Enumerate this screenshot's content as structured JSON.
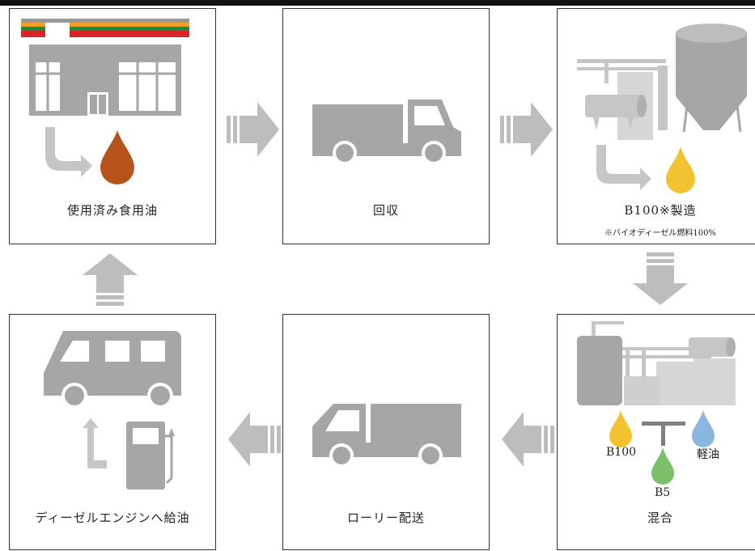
{
  "steps": [
    {
      "label": "使用済み食用油"
    },
    {
      "label": "回収"
    },
    {
      "label": "B100※製造",
      "note": "※バイオディーゼル燃料100%"
    },
    {
      "label": "混合",
      "fuels": {
        "b100": "B100",
        "b5": "B5",
        "diesel": "軽油"
      }
    },
    {
      "label": "ローリー配送"
    },
    {
      "label": "ディーゼルエンジンへ給油"
    }
  ],
  "colors": {
    "used_oil": "#b5531a",
    "b100_oil": "#f2c230",
    "b5_oil": "#7cc06a",
    "diesel_oil": "#8ab6e0",
    "graphic_gray": "#a6a6a6",
    "arrow_gray": "#bdbdbd"
  }
}
